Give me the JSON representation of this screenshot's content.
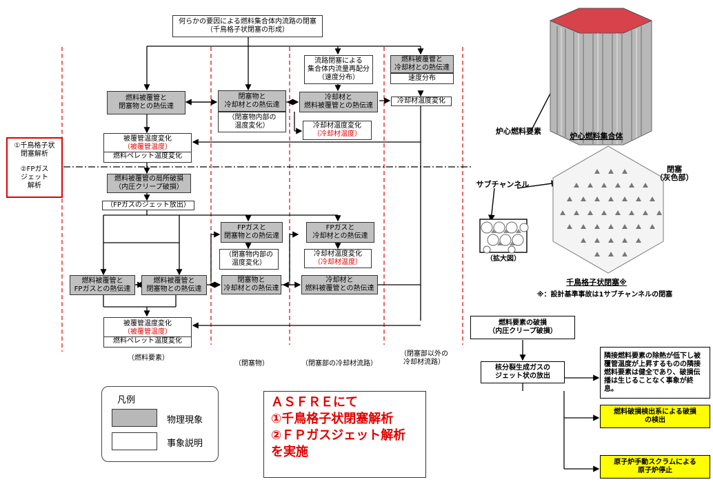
{
  "flow": {
    "top": {
      "l1": "何らかの要因による燃料集合体内流路の閉塞",
      "l2": "（千鳥格子状閉塞の形成）"
    },
    "n_clad_block_heat": {
      "l1": "燃料被覆管と",
      "l2": "閉塞物との熱伝達"
    },
    "n_block_cool_heat": {
      "l1": "閉塞物と",
      "l2": "冷却材との熱伝達"
    },
    "n_block_inner_temp": {
      "l1": "（閉塞物内部の",
      "l2": "温度変化）"
    },
    "n_flow_redist": {
      "l1": "流路閉塞による",
      "l2": "集合体内流量再配分",
      "l3": "（速度分布）"
    },
    "n_cool_clad_heat": {
      "l1": "冷却材と",
      "l2": "燃料被覆管との熱伝達"
    },
    "n_cool_temp_red": {
      "l1": "冷却材温度変化",
      "l2": "（冷却材温度）"
    },
    "n_clad_cool_heat_r": {
      "l1": "燃料被覆管と",
      "l2": "冷却材との熱伝達"
    },
    "n_speed_dist": "速度分布",
    "n_cool_temp_r": "冷却材温度変化",
    "n_clad_temp": {
      "l1": "被覆管温度変化",
      "l2": "（被覆管温度）",
      "l3": "燃料ペレット温度変化"
    },
    "n_local_fail": {
      "l1": "燃料被覆管の局所破損",
      "l2": "（内圧クリープ破損）"
    },
    "n_fp_jet": "（FPガスのジェット放出）",
    "n_fp_block_heat": {
      "l1": "FPガスと",
      "l2": "閉塞物との熱伝達"
    },
    "n_block_inner_temp2": {
      "l1": "（閉塞物内部の",
      "l2": "温度変化）"
    },
    "n_block_cool_heat2": {
      "l1": "閉塞物と",
      "l2": "冷却材との熱伝達"
    },
    "n_fp_cool_heat": {
      "l1": "FPガスと",
      "l2": "冷却材との熱伝達"
    },
    "n_cool_temp2": {
      "l1": "冷却材温度変化",
      "l2": "（冷却材温度）"
    },
    "n_cool_clad_heat2": {
      "l1": "冷却材と",
      "l2": "燃料被覆管との熱伝達"
    },
    "n_clad_fp_heat": {
      "l1": "燃料被覆管と",
      "l2": "FPガスとの熱伝達"
    },
    "n_clad_block_heat2": {
      "l1": "燃料被覆管と",
      "l2": "閉塞物との熱伝達"
    },
    "n_clad_temp2": {
      "l1": "被覆管温度変化",
      "l2": "（被覆管温度）",
      "l3": "燃料ペレット温度変化"
    }
  },
  "columns": {
    "fuel": "（燃料要素）",
    "block": "（閉塞物）",
    "blocked_flow": "（閉塞部の冷却材流路）",
    "other_flow_l1": "（閉塞部以外の",
    "other_flow_l2": "冷却材流路）"
  },
  "side_box": {
    "a1": "①千鳥格子状",
    "a2": "閉塞解析",
    "b1": "②FPガス",
    "b2": "ジェット",
    "b3": "解析"
  },
  "legend": {
    "title": "凡例",
    "physical": "物理現象",
    "event": "事象説明"
  },
  "asfre": {
    "l1": "ＡＳＦＲＥにて",
    "l2": "①千鳥格子状閉塞解析",
    "l3": "②ＦＰガスジェット解析",
    "l4": "を実施"
  },
  "illustration": {
    "core_element": "炉心燃料要素",
    "core_assembly": "炉心燃料集合体",
    "blockage_l1": "閉塞",
    "blockage_l2": "（灰色部）",
    "subchannel": "サブチャンネル",
    "zoom": "（拡大図）",
    "checker_blockage": "千鳥格子状閉塞※",
    "footnote": "※：設計基準事故は1サブチャンネルの閉塞"
  },
  "sequence": {
    "s1_l1": "燃料要素の破損",
    "s1_l2": "（内圧クリープ破損）",
    "s2_l1": "核分裂生成ガスの",
    "s2_l2": "ジェット状の放出",
    "s3": "隣接燃料要素の除熱が低下し被覆管温度が上昇するものの隣接燃料要素は健全であり、破損伝播は生じることなく事象が終息。",
    "s4_l1": "燃料破損検出系による破損",
    "s4_l2": "の検出",
    "s5_l1": "原子炉手動スクラムによる",
    "s5_l2": "原子炉停止"
  },
  "colors": {
    "red": "#e00000",
    "gray_box": "#c0c0c0",
    "yellow": "#ffff00",
    "rod_top": "#d8424a"
  }
}
